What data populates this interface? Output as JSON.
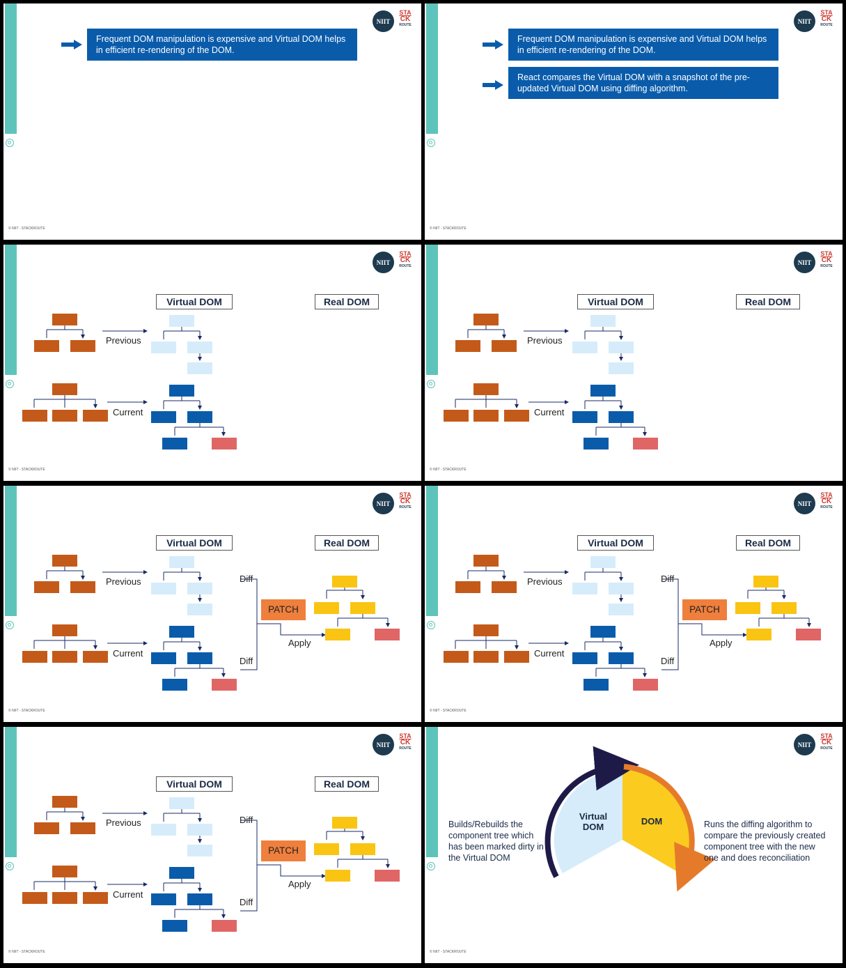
{
  "logo": {
    "niit": "NIIT",
    "sr_top": "STA",
    "sr_mid": "CK",
    "sr_bottom": "ROUTE"
  },
  "copyright": "© NIIT - STACKROUTE",
  "callouts": [
    "Frequent DOM manipulation is expensive and Virtual DOM helps in efficient re-rendering of the DOM.",
    "React compares the Virtual DOM with a snapshot of the pre-updated Virtual DOM using diffing algorithm."
  ],
  "diagram": {
    "virtual_dom": "Virtual DOM",
    "real_dom": "Real DOM",
    "previous": "Previous",
    "current": "Current",
    "diff": "Diff",
    "patch": "PATCH",
    "apply": "Apply"
  },
  "cycle": {
    "left_label_line1": "Virtual",
    "left_label_line2": "DOM",
    "right_label": "DOM",
    "left_text": "Builds/Rebuilds the component tree which has been marked dirty in the Virtual DOM",
    "right_text": "Runs the diffing algorithm to compare the previously created component tree with the new one and does reconciliation"
  },
  "colors": {
    "accent": "#5ec4bb",
    "callout_blue": "#0a5cab",
    "component_orange": "#c45a1a",
    "vdom_prev_light_blue": "#d6ecfb",
    "vdom_current_blue": "#0a5cab",
    "changed_red": "#e06666",
    "real_dom_yellow": "#fac412",
    "patch_orange": "#ef7f3c",
    "cycle_navy": "#1e1a48",
    "cycle_orange": "#e57b2a"
  }
}
